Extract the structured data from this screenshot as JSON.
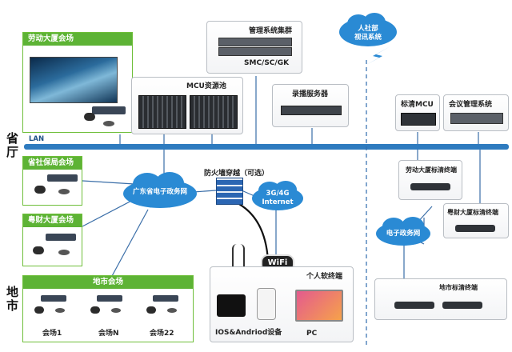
{
  "side_labels": {
    "province": "省厅",
    "city": "地市"
  },
  "lan": {
    "label": "LAN"
  },
  "venues": {
    "labor_building": "劳动大厦会场",
    "social_security": "省社保局会场",
    "yuecai": "粤财大厦会场",
    "city_venue": "地市会场",
    "sites": [
      "会场1",
      "会场N",
      "会场22"
    ]
  },
  "servers": {
    "mcu_pool": "MCU资源池",
    "mgmt_cluster": "管理系统集群",
    "smc": "SMC/SC/GK",
    "recorder": "录播服务器",
    "hd_mcu": "标清MCU",
    "conf_mgmt": "会议管理系统"
  },
  "clouds": {
    "gov_net_gd": "广东省电子政务网",
    "network_3g4g": [
      "3G/4G",
      "Internet"
    ],
    "gov_net": "电子政务网",
    "video_system": [
      "人社部",
      "视讯系统"
    ]
  },
  "security": {
    "firewall": "防火墙穿越（可选）",
    "wifi": "WiFi"
  },
  "soft_terminals": {
    "title": "个人软终端",
    "mobile": "IOS&Andriod设备",
    "pc": "PC"
  },
  "hd_terminals": {
    "labor": "劳动大厦标清终端",
    "yuecai": "粤财大厦标清终端",
    "city": "地市标清终端"
  },
  "colors": {
    "green": "#5db335",
    "lan": "#2e7bbf",
    "cloud": "#2a8ad4",
    "line": "#3a6ea8"
  }
}
